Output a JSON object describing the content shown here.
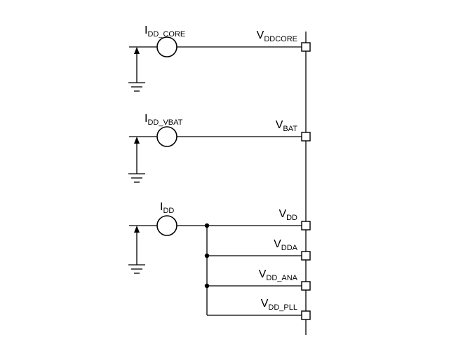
{
  "currents": [
    {
      "main": "I",
      "sub": "DD_CORE"
    },
    {
      "main": "I",
      "sub": "DD_VBAT"
    },
    {
      "main": "I",
      "sub": "DD"
    }
  ],
  "pins": [
    {
      "main": "V",
      "sub": "DDCORE"
    },
    {
      "main": "V",
      "sub": "BAT"
    },
    {
      "main": "V",
      "sub": "DD"
    },
    {
      "main": "V",
      "sub": "DDA"
    },
    {
      "main": "V",
      "sub": "DD_ANA"
    },
    {
      "main": "V",
      "sub": "DD_PLL"
    }
  ]
}
